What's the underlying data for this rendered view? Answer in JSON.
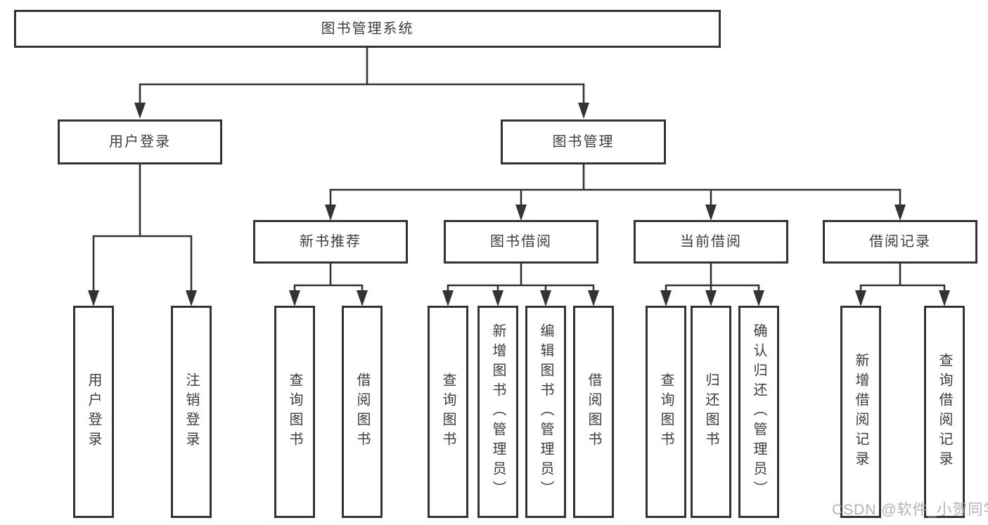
{
  "colors": {
    "line": "#333333",
    "border": "#333333",
    "text": "#3d3d3d",
    "watermark": "#a6a6a6",
    "background": "#ffffff"
  },
  "watermark": "CSDN @软件_小贺同学",
  "nodes": {
    "root": {
      "label": "图书管理系统"
    },
    "level2": [
      {
        "label": "用户登录",
        "parent": "图书管理系统"
      },
      {
        "label": "图书管理",
        "parent": "图书管理系统"
      }
    ],
    "level3": [
      {
        "label": "新书推荐",
        "parent": "图书管理"
      },
      {
        "label": "图书借阅",
        "parent": "图书管理"
      },
      {
        "label": "当前借阅",
        "parent": "图书管理"
      },
      {
        "label": "借阅记录",
        "parent": "图书管理"
      }
    ],
    "leaves": [
      {
        "label": "用户登录",
        "parent": "用户登录"
      },
      {
        "label": "注销登录",
        "parent": "用户登录"
      },
      {
        "label": "查询图书",
        "parent": "新书推荐"
      },
      {
        "label": "借阅图书",
        "parent": "新书推荐"
      },
      {
        "label": "查询图书",
        "parent": "图书借阅"
      },
      {
        "label": "新增图书（管理员）",
        "parent": "图书借阅"
      },
      {
        "label": "编辑图书（管理员）",
        "parent": "图书借阅"
      },
      {
        "label": "借阅图书",
        "parent": "图书借阅"
      },
      {
        "label": "查询图书",
        "parent": "当前借阅"
      },
      {
        "label": "归还图书",
        "parent": "当前借阅"
      },
      {
        "label": "确认归还（管理员）",
        "parent": "当前借阅"
      },
      {
        "label": "新增借阅记录",
        "parent": "借阅记录"
      },
      {
        "label": "查询借阅记录",
        "parent": "借阅记录"
      }
    ]
  }
}
